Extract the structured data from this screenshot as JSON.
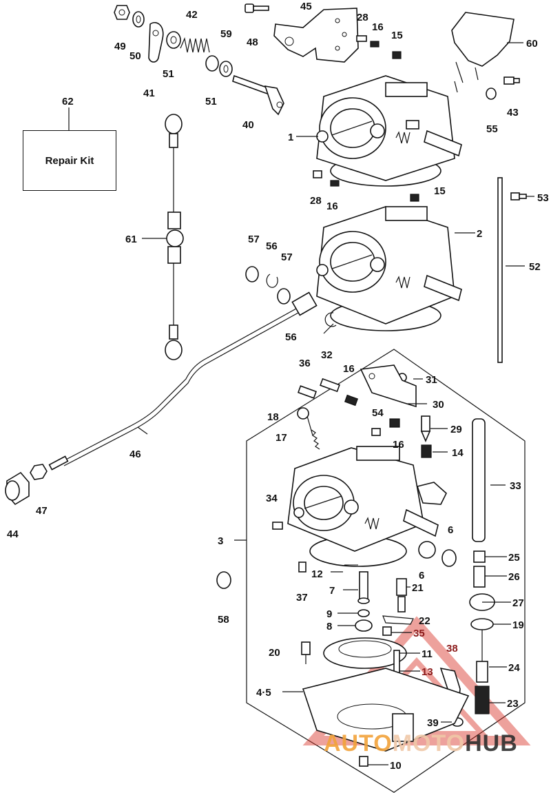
{
  "repair_kit": {
    "label": "Repair Kit",
    "ref": "62"
  },
  "watermark": {
    "part1": "AUTO",
    "part2": "MOTO",
    "part3": "HUB"
  },
  "callouts": [
    {
      "id": "c49",
      "text": "49"
    },
    {
      "id": "c50",
      "text": "50"
    },
    {
      "id": "c41",
      "text": "41"
    },
    {
      "id": "c51a",
      "text": "51"
    },
    {
      "id": "c42",
      "text": "42"
    },
    {
      "id": "c51b",
      "text": "51"
    },
    {
      "id": "c59",
      "text": "59"
    },
    {
      "id": "c40",
      "text": "40"
    },
    {
      "id": "c48",
      "text": "48"
    },
    {
      "id": "c45",
      "text": "45"
    },
    {
      "id": "c28a",
      "text": "28"
    },
    {
      "id": "c16a",
      "text": "16"
    },
    {
      "id": "c15a",
      "text": "15"
    },
    {
      "id": "c60",
      "text": "60"
    },
    {
      "id": "c43",
      "text": "43"
    },
    {
      "id": "c55",
      "text": "55"
    },
    {
      "id": "c1",
      "text": "1"
    },
    {
      "id": "c62",
      "text": "62"
    },
    {
      "id": "c15b",
      "text": "15"
    },
    {
      "id": "c28b",
      "text": "28"
    },
    {
      "id": "c16b",
      "text": "16"
    },
    {
      "id": "c53",
      "text": "53"
    },
    {
      "id": "c2",
      "text": "2"
    },
    {
      "id": "c52",
      "text": "52"
    },
    {
      "id": "c61",
      "text": "61"
    },
    {
      "id": "c57a",
      "text": "57"
    },
    {
      "id": "c56a",
      "text": "56"
    },
    {
      "id": "c57b",
      "text": "57"
    },
    {
      "id": "c56b",
      "text": "56"
    },
    {
      "id": "c36",
      "text": "36"
    },
    {
      "id": "c32",
      "text": "32"
    },
    {
      "id": "c16c",
      "text": "16"
    },
    {
      "id": "c31",
      "text": "31"
    },
    {
      "id": "c30",
      "text": "30"
    },
    {
      "id": "c18",
      "text": "18"
    },
    {
      "id": "c54",
      "text": "54"
    },
    {
      "id": "c17",
      "text": "17"
    },
    {
      "id": "c16d",
      "text": "16"
    },
    {
      "id": "c29",
      "text": "29"
    },
    {
      "id": "c14",
      "text": "14"
    },
    {
      "id": "c46",
      "text": "46"
    },
    {
      "id": "c33",
      "text": "33"
    },
    {
      "id": "c47",
      "text": "47"
    },
    {
      "id": "c44",
      "text": "44"
    },
    {
      "id": "c34",
      "text": "34"
    },
    {
      "id": "c3",
      "text": "3"
    },
    {
      "id": "c6a",
      "text": "6"
    },
    {
      "id": "c25",
      "text": "25"
    },
    {
      "id": "c12",
      "text": "12"
    },
    {
      "id": "c6b",
      "text": "6"
    },
    {
      "id": "c26",
      "text": "26"
    },
    {
      "id": "c7",
      "text": "7"
    },
    {
      "id": "c21",
      "text": "21"
    },
    {
      "id": "c37",
      "text": "37"
    },
    {
      "id": "c27",
      "text": "27"
    },
    {
      "id": "c58",
      "text": "58"
    },
    {
      "id": "c9",
      "text": "9"
    },
    {
      "id": "c22",
      "text": "22"
    },
    {
      "id": "c8",
      "text": "8"
    },
    {
      "id": "c35",
      "text": "35"
    },
    {
      "id": "c19",
      "text": "19"
    },
    {
      "id": "c20",
      "text": "20"
    },
    {
      "id": "c11",
      "text": "11"
    },
    {
      "id": "c38",
      "text": "38"
    },
    {
      "id": "c24",
      "text": "24"
    },
    {
      "id": "c13",
      "text": "13"
    },
    {
      "id": "c45b",
      "text": "4·5"
    },
    {
      "id": "c23",
      "text": "23"
    },
    {
      "id": "c39",
      "text": "39"
    },
    {
      "id": "c10",
      "text": "10"
    }
  ]
}
